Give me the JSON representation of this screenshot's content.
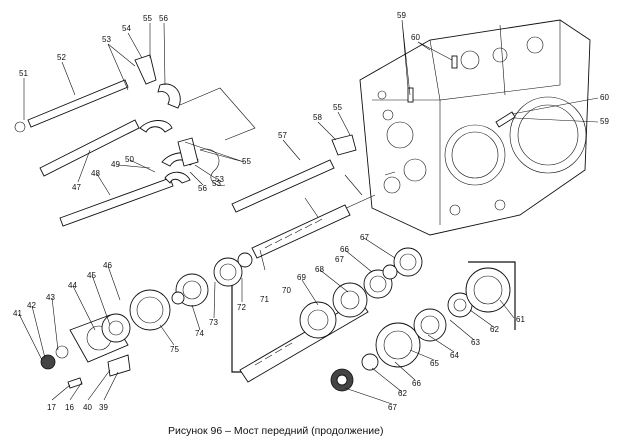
{
  "caption": "Рисунок 96 – Мост передний (продолжение)",
  "callouts": [
    "51",
    "52",
    "53",
    "54",
    "55",
    "56",
    "59",
    "60",
    "60",
    "59",
    "57",
    "58",
    "55",
    "53",
    "55",
    "47",
    "48",
    "49",
    "50",
    "56",
    "53",
    "67",
    "66",
    "67",
    "68",
    "69",
    "70",
    "71",
    "72",
    "73",
    "74",
    "75",
    "46",
    "45",
    "44",
    "43",
    "42",
    "41",
    "17",
    "16",
    "40",
    "39",
    "61",
    "62",
    "63",
    "64",
    "65",
    "66",
    "62",
    "67"
  ]
}
